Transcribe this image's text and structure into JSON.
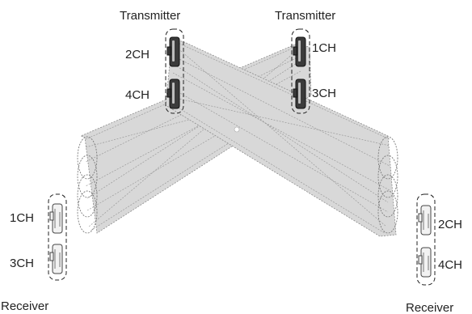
{
  "transmitter_left": {
    "title": "Transmitter",
    "channels": [
      "2CH",
      "4CH"
    ]
  },
  "transmitter_right": {
    "title": "Transmitter",
    "channels": [
      "1CH",
      "3CH"
    ]
  },
  "receiver_left": {
    "title": "Receiver",
    "channels": [
      "1CH",
      "3CH"
    ]
  },
  "receiver_right": {
    "title": "Receiver",
    "channels": [
      "2CH",
      "4CH"
    ]
  }
}
